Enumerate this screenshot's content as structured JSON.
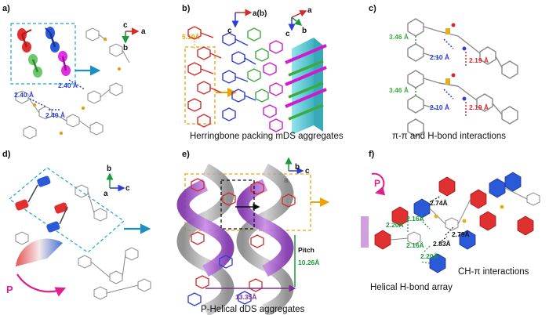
{
  "panels": {
    "a": {
      "label": "a)",
      "axes": {
        "c": "c",
        "a": "a",
        "b": "b"
      },
      "distances": [
        "2.40 Å",
        "2.40 Å",
        "2.40 Å"
      ]
    },
    "b": {
      "label": "b)",
      "axes": {
        "ab": "a(b)",
        "c": "c",
        "a": "a",
        "c2": "c",
        "b": "b"
      },
      "distance": "5.19Å",
      "caption": "Herringbone packing mDS aggregates"
    },
    "c": {
      "label": "c)",
      "distances_pi": [
        "3.46 Å",
        "3.46 Å"
      ],
      "distances_h_blue": [
        "2.10 Å",
        "2.10 Å"
      ],
      "distances_h_red": [
        "2.19 Å",
        "2.19 Å"
      ],
      "caption": "π-π and H-bond interactions"
    },
    "d": {
      "label": "d)",
      "axes": {
        "b": "b",
        "a": "a",
        "c": "c"
      },
      "chirality": "P"
    },
    "e": {
      "label": "e)",
      "axes": {
        "b": "b",
        "c": "c",
        "a": "a"
      },
      "pitch_label": "Pitch",
      "pitch_value": "10.26Å",
      "width_value": "13.35Å",
      "caption": "P-Helical dDS aggregates"
    },
    "f": {
      "label": "f)",
      "chirality": "P",
      "distances": [
        "2.74Å",
        "2.20Å",
        "2.16Å",
        "2.79Å",
        "2.83Å",
        "2.16Å",
        "2.20Å"
      ],
      "caption_helical": "Helical H-bond array",
      "caption_ch": "CH-π interactions"
    }
  },
  "colors": {
    "red": "#d42a2a",
    "blue": "#2a3fd4",
    "green": "#3caa3c",
    "magenta": "#d01ad0",
    "gray": "#8a8a8a",
    "orange": "#f0a000",
    "cyan": "#1aa3d0",
    "purple": "#9b4fc9",
    "darkgreen": "#1a9a3a",
    "pink": "#e0208a"
  },
  "icons": [
    "axis-arrow-icon",
    "rotation-arrow-icon",
    "molecule-icon",
    "helix-ribbon-icon"
  ]
}
